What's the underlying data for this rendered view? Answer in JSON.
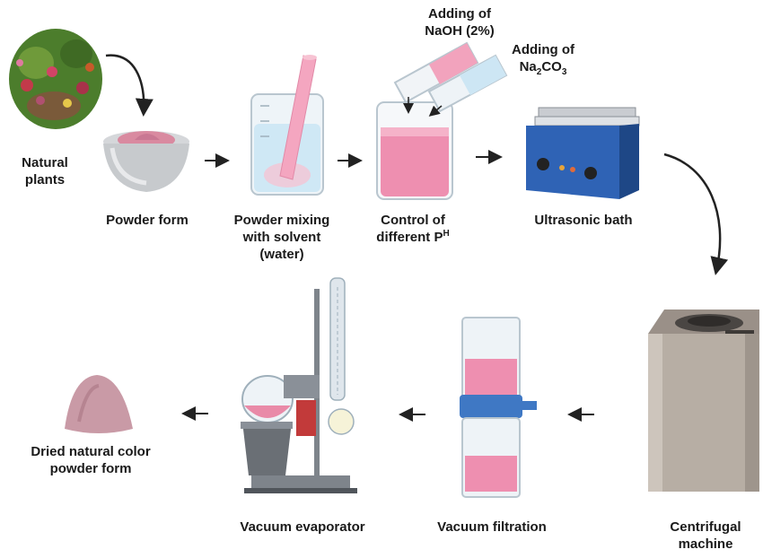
{
  "steps": {
    "natural_plants": {
      "line1": "Natural",
      "line2": "plants"
    },
    "powder_form": {
      "line1": "Powder form"
    },
    "powder_mixing": {
      "line1": "Powder mixing",
      "line2": "with solvent",
      "line3": "(water)"
    },
    "control_ph": {
      "line1": "Control of",
      "line2": "different P",
      "sup": "H"
    },
    "ultrasonic": {
      "line1": "Ultrasonic bath"
    },
    "centrifugal": {
      "line1": "Centrifugal",
      "line2": "machine"
    },
    "filtration": {
      "line1": "Vacuum filtration"
    },
    "evaporator": {
      "line1": "Vacuum evaporator"
    },
    "dried": {
      "line1": "Dried natural color",
      "line2": "powder form"
    }
  },
  "reagents": {
    "naoh": {
      "line1": "Adding of",
      "line2": "NaOH (2%)"
    },
    "na2co3": {
      "line1": "Adding of",
      "na": "Na",
      "sub2": "2",
      "co": "CO",
      "sub3": "3"
    }
  },
  "colors": {
    "pink_liquid": "#e98aa8",
    "light_pink": "#f7c3d3",
    "water_blue": "#cfe8f5",
    "bath_blue": "#2f63b5",
    "machine_gray": "#b7aea4",
    "arrow": "#222222"
  }
}
